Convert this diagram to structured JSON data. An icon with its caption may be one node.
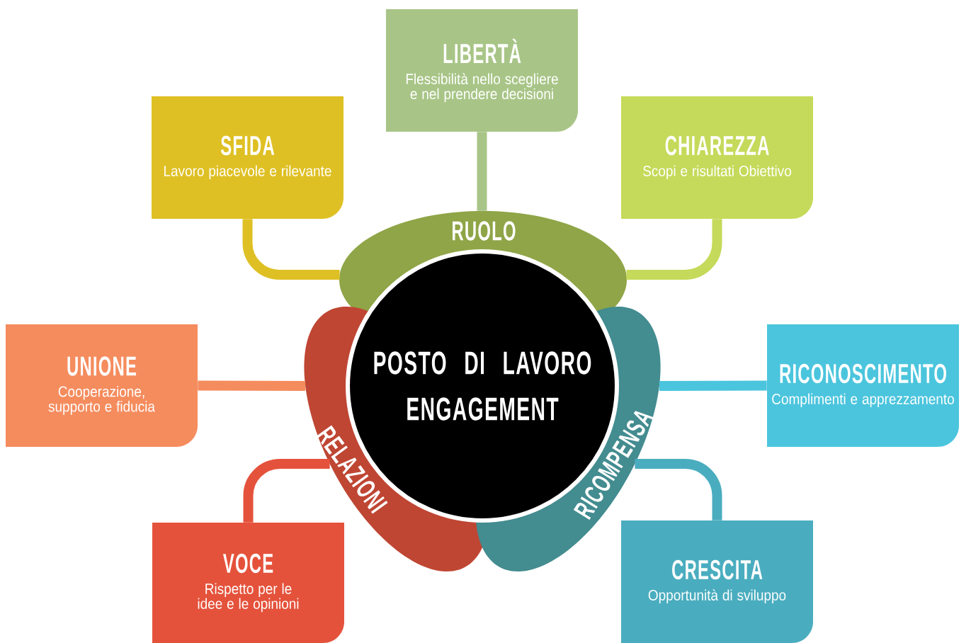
{
  "diagram": {
    "nodes": [
      {
        "text": [
          "POSTO DI LAVORO ENGAGEMENT"
        ]
      },
      {
        "text": [
          "RUOLO"
        ]
      },
      {
        "text": [
          "RELAZIONI"
        ]
      },
      {
        "text": [
          "RICOMPENSA"
        ]
      },
      {
        "text": [
          "LIBERTÀ",
          "Flessibilità nello scegliere e nel prendere decisioni"
        ]
      },
      {
        "text": [
          "SFIDA",
          "Lavoro piacevole e rilevante"
        ]
      },
      {
        "text": [
          "CHIAREZZA",
          "Scopi e risultati Obiettivo"
        ]
      },
      {
        "text": [
          "UNIONE",
          "Cooperazione, supporto e fiducia"
        ]
      },
      {
        "text": [
          "RICONOSCIMENTO",
          "Complimenti e apprezzamento"
        ]
      },
      {
        "text": [
          "VOCE",
          "Rispetto per le idee e le opinioni"
        ]
      },
      {
        "text": [
          "CRESCITA",
          "Opportunità di sviluppo"
        ]
      }
    ],
    "edges": [
      {
        "from": 4,
        "to": 1,
        "arrow": "none",
        "color": "#a8c587"
      },
      {
        "from": 5,
        "to": 1,
        "arrow": "none",
        "color": "#dfc024"
      },
      {
        "from": 6,
        "to": 1,
        "arrow": "none",
        "color": "#c5da5a"
      },
      {
        "from": 7,
        "to": 2,
        "arrow": "none",
        "color": "#f58c5e"
      },
      {
        "from": 9,
        "to": 2,
        "arrow": "none",
        "color": "#e5523b"
      },
      {
        "from": 8,
        "to": 3,
        "arrow": "none",
        "color": "#4bc5dd"
      },
      {
        "from": 10,
        "to": 3,
        "arrow": "none",
        "color": "#4aadbf"
      }
    ]
  }
}
